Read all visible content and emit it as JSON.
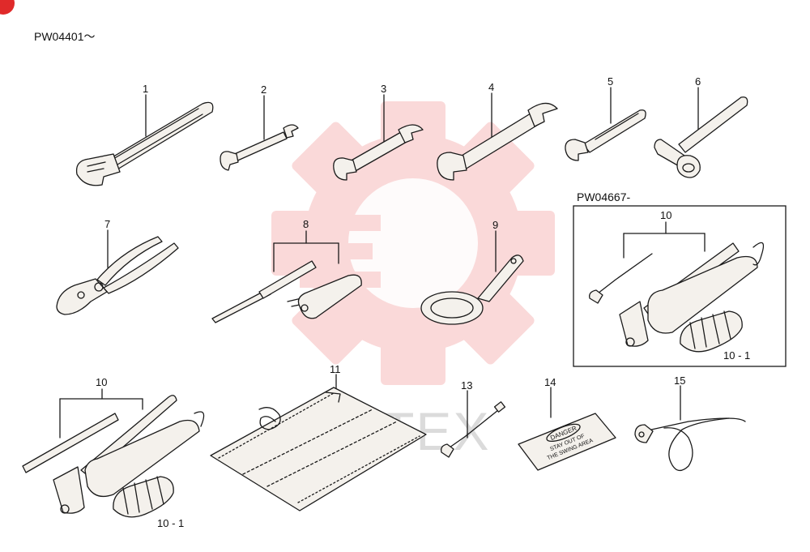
{
  "header": {
    "serial_range": "PW04401～"
  },
  "inset": {
    "serial_range": "PW04667-"
  },
  "watermark": {
    "text": "ИНТЕХ",
    "color": "#f07a7a"
  },
  "parts": [
    {
      "no": "1"
    },
    {
      "no": "2"
    },
    {
      "no": "3"
    },
    {
      "no": "4"
    },
    {
      "no": "5"
    },
    {
      "no": "6"
    },
    {
      "no": "7"
    },
    {
      "no": "8"
    },
    {
      "no": "9"
    },
    {
      "no": "10"
    },
    {
      "no": "10 - 1"
    },
    {
      "no": "11"
    },
    {
      "no": "13"
    },
    {
      "no": "14"
    },
    {
      "no": "15"
    },
    {
      "no": "10"
    },
    {
      "no": "10 - 1"
    }
  ],
  "danger_label": {
    "line1": "DANGER",
    "line2": "STAY OUT OF",
    "line3": "THE SWING AREA"
  }
}
